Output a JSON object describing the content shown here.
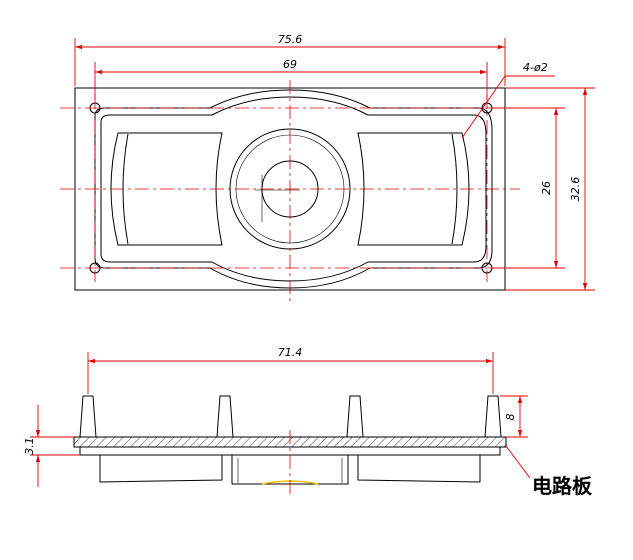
{
  "dimensions": {
    "overall_length": "75.6",
    "hole_spacing_length": "69",
    "hole_note": "4-ø2",
    "hole_spacing_height": "26",
    "overall_height": "32.6",
    "pin_span": "71.4",
    "pin_height": "8",
    "board_thickness": "3.1"
  },
  "labels": {
    "circuit_board": "电路板"
  },
  "colors": {
    "outline": "#000000",
    "dimension": "#e00000",
    "hatch": "#444444",
    "accent": "#f0c000"
  }
}
